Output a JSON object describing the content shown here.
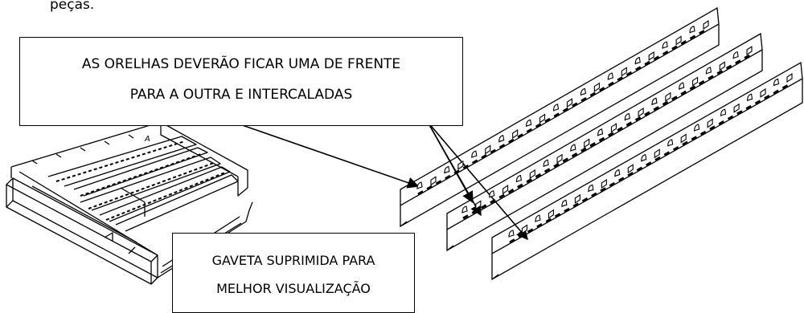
{
  "top_fragment": "peças.",
  "callout_top": {
    "line1": "AS ORELHAS DEVERÃO FICAR UMA DE FRENTE",
    "line2": "PARA A OUTRA E INTERCALADAS"
  },
  "callout_bottom": {
    "line1": "GAVETA SUPRIMIDA PARA",
    "line2": "MELHOR VISUALIZAÇÃO"
  },
  "drawer_label": "A",
  "colors": {
    "stroke": "#000000",
    "background": "#ffffff"
  }
}
